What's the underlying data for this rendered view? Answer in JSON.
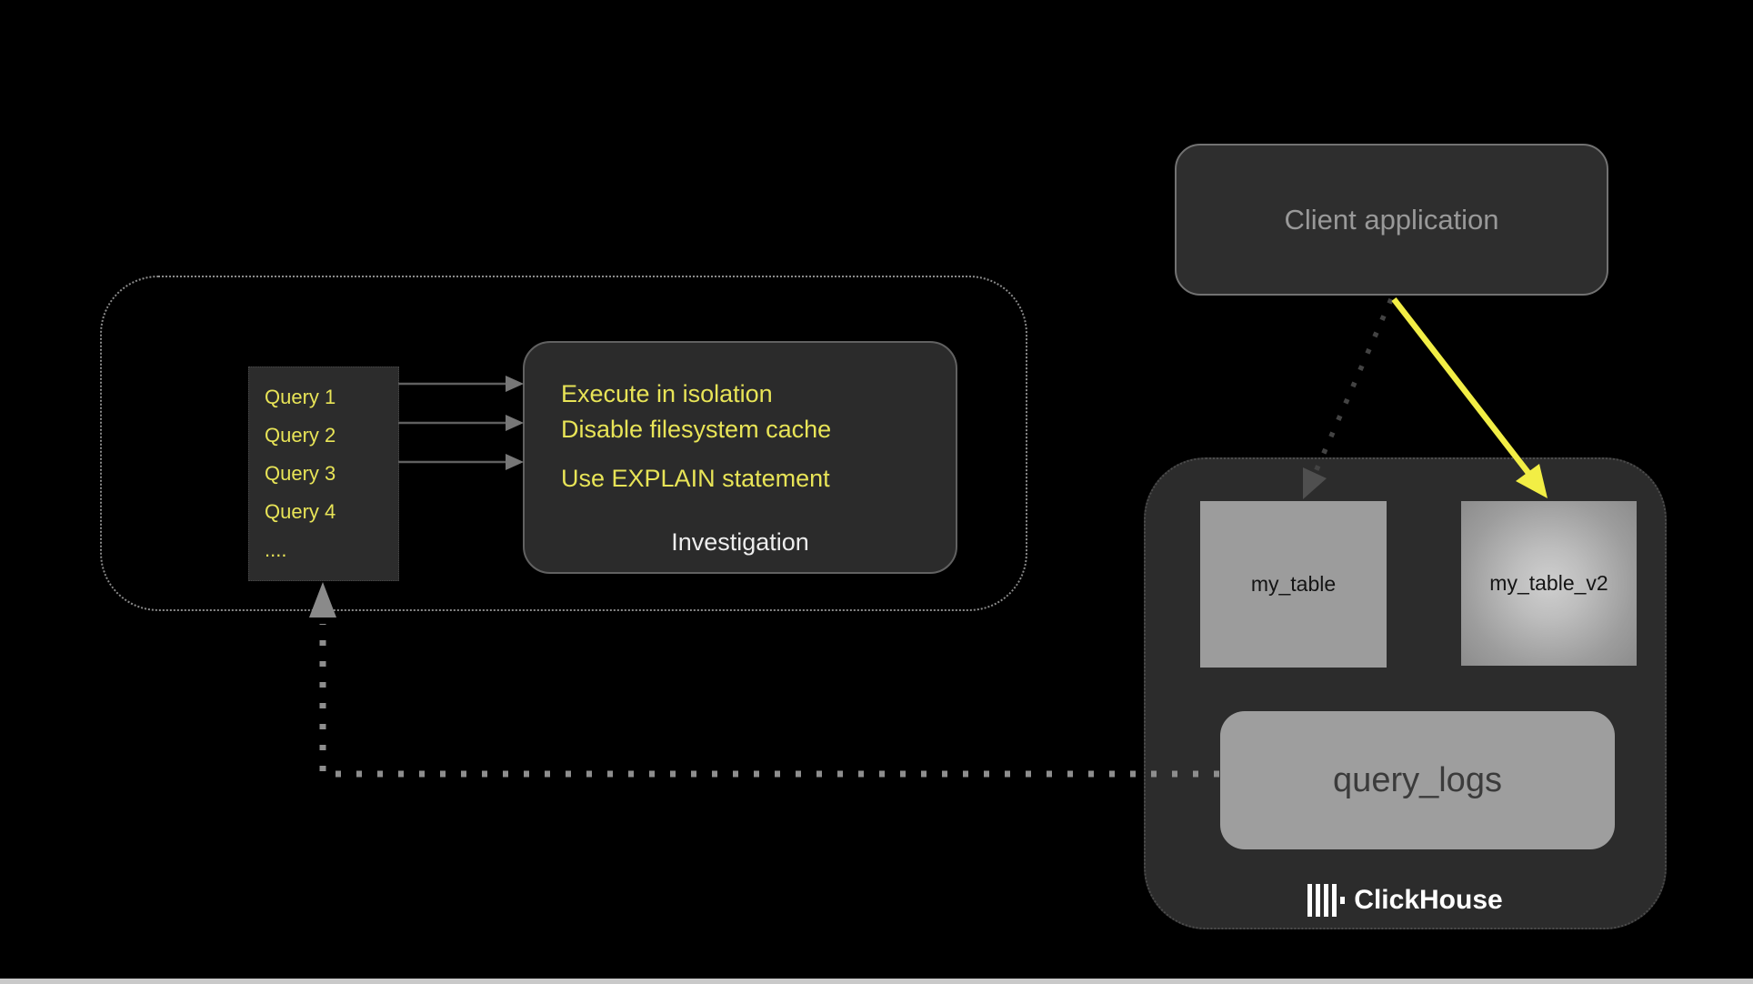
{
  "diagram": {
    "client": {
      "label": "Client application"
    },
    "investigation_group": {
      "queries": [
        "Query 1",
        "Query 2",
        "Query 3",
        "Query 4",
        "...."
      ],
      "box": {
        "lines": [
          "Execute in isolation",
          "Disable filesystem cache",
          "Use EXPLAIN statement"
        ],
        "caption": "Investigation"
      }
    },
    "clickhouse": {
      "tables": [
        {
          "label": "my_table"
        },
        {
          "label": "my_table_v2"
        }
      ],
      "query_logs": "query_logs",
      "brand": "ClickHouse"
    }
  },
  "colors": {
    "background": "#000000",
    "panel_fill": "#2c2c2c",
    "yellow_text": "#e8e457",
    "yellow_arrow": "#f2ee45",
    "gray_table_fill": "#9c9c9c",
    "light_dotted_arrow": "#8e8e8e",
    "dark_dotted_arrow": "#434343",
    "solid_gray_arrow": "#606060",
    "bottom_strip": "#c9c9c9"
  }
}
